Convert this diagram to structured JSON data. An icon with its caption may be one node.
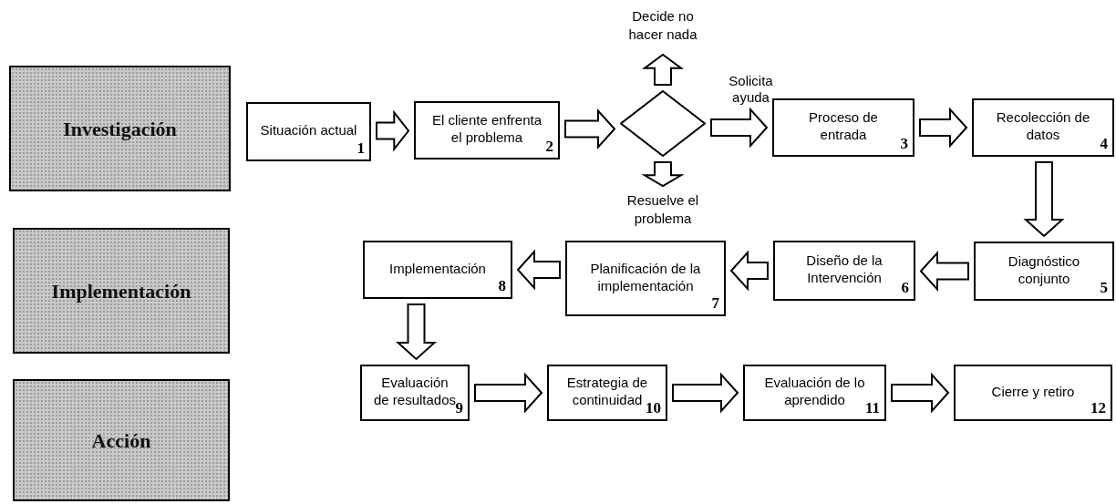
{
  "diagram": {
    "nodes": [
      {
        "text": [
          "Investigación"
        ]
      },
      {
        "text": [
          "Implementación"
        ]
      },
      {
        "text": [
          "Acción"
        ]
      },
      {
        "text": [
          "Situación actual",
          "1"
        ]
      },
      {
        "text": [
          "El cliente enfrenta el problema",
          "2"
        ]
      },
      {
        "text": [],
        "shape": "diamond"
      },
      {
        "text": [
          "Decide no hacer nada"
        ]
      },
      {
        "text": [
          "Resuelve el problema"
        ]
      },
      {
        "text": [
          "Proceso de entrada",
          "3"
        ]
      },
      {
        "text": [
          "Recolección de datos",
          "4"
        ]
      },
      {
        "text": [
          "Diagnóstico conjunto",
          "5"
        ]
      },
      {
        "text": [
          "Diseño de la Intervención",
          "6"
        ]
      },
      {
        "text": [
          "Planificación de la implementación",
          "7"
        ]
      },
      {
        "text": [
          "Implementación",
          "8"
        ]
      },
      {
        "text": [
          "Evaluación de resultados",
          "9"
        ]
      },
      {
        "text": [
          "Estrategia de continuidad",
          "10"
        ]
      },
      {
        "text": [
          "Evaluación de lo aprendido",
          "11"
        ]
      },
      {
        "text": [
          "Cierre y retiro",
          "12"
        ]
      }
    ],
    "edges": [
      {
        "from": 3,
        "to": 4,
        "arrow": "to"
      },
      {
        "from": 4,
        "to": 5,
        "arrow": "to"
      },
      {
        "from": 5,
        "to": 6,
        "arrow": "to"
      },
      {
        "from": 5,
        "to": 7,
        "arrow": "to"
      },
      {
        "from": 5,
        "to": 8,
        "arrow": "to",
        "label": "Solicita ayuda"
      },
      {
        "from": 8,
        "to": 9,
        "arrow": "to"
      },
      {
        "from": 9,
        "to": 10,
        "arrow": "to"
      },
      {
        "from": 10,
        "to": 11,
        "arrow": "to"
      },
      {
        "from": 11,
        "to": 12,
        "arrow": "to"
      },
      {
        "from": 12,
        "to": 13,
        "arrow": "to"
      },
      {
        "from": 13,
        "to": 14,
        "arrow": "to"
      },
      {
        "from": 14,
        "to": 15,
        "arrow": "to"
      },
      {
        "from": 15,
        "to": 16,
        "arrow": "to"
      },
      {
        "from": 16,
        "to": 17,
        "arrow": "to"
      }
    ]
  }
}
